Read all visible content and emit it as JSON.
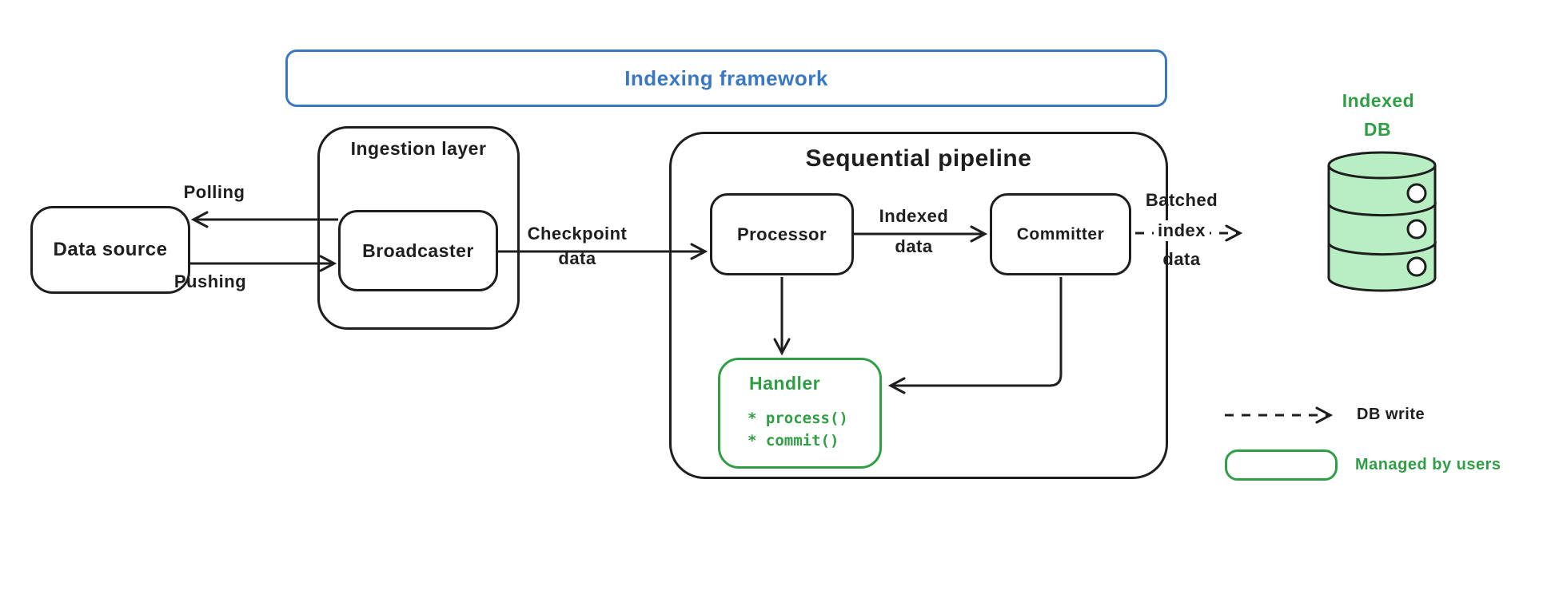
{
  "diagram": {
    "framework": {
      "label": "Indexing framework"
    },
    "data_source": {
      "label": "Data source"
    },
    "ingestion": {
      "label": "Ingestion layer"
    },
    "broadcaster": {
      "label": "Broadcaster"
    },
    "pipeline": {
      "label": "Sequential pipeline"
    },
    "processor": {
      "label": "Processor"
    },
    "committer": {
      "label": "Committer"
    },
    "handler": {
      "label": "Handler",
      "methods": [
        "* process()",
        "* commit()"
      ]
    },
    "edges": {
      "polling": {
        "label": "Polling"
      },
      "pushing": {
        "label": "Pushing"
      },
      "checkpoint": {
        "line1": "Checkpoint",
        "line2": "data"
      },
      "indexed": {
        "line1": "Indexed",
        "line2": "data"
      },
      "batched": {
        "line1": "Batched",
        "line2": "index",
        "line3": "data"
      }
    },
    "db": {
      "line1": "Indexed",
      "line2": "DB"
    },
    "legend": {
      "db_write": "DB write",
      "managed": "Managed by users"
    },
    "colors": {
      "ink": "#1e1e1e",
      "blue": "#3b78c4",
      "green": "#2f9e44",
      "green_fill": "#b7efc3"
    }
  }
}
